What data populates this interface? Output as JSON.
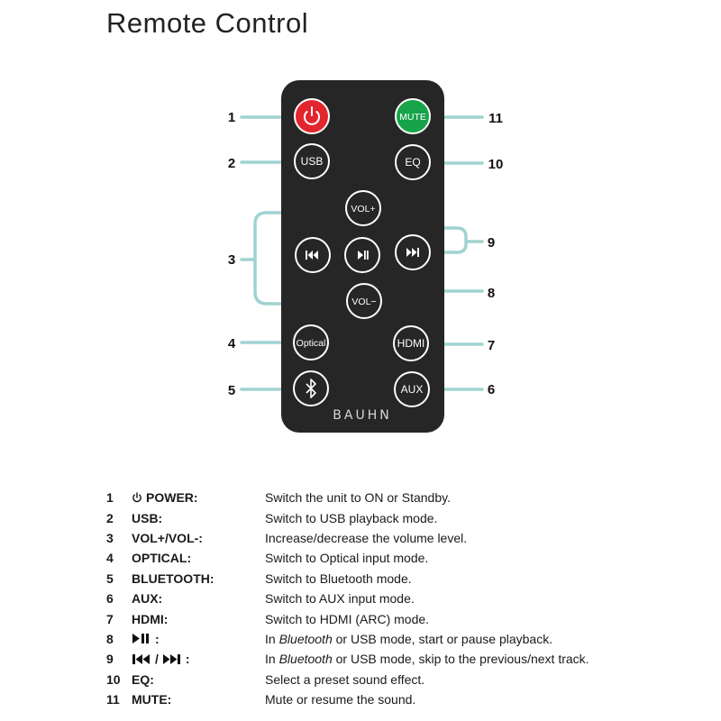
{
  "title": "Remote Control",
  "brand": "BAUHN",
  "buttons": {
    "power": "⏻",
    "mute": "MUTE",
    "usb": "USB",
    "eq": "EQ",
    "vol_up": "VOL+",
    "vol_down": "VOL−",
    "optical": "Optical",
    "hdmi": "HDMI",
    "aux": "AUX"
  },
  "callouts": {
    "c1": "1",
    "c2": "2",
    "c3": "3",
    "c4": "4",
    "c5": "5",
    "c6": "6",
    "c7": "7",
    "c8": "8",
    "c9": "9",
    "c10": "10",
    "c11": "11"
  },
  "colors": {
    "remote_body": "#262626",
    "power_button": "#e2262d",
    "mute_button": "#17a34a",
    "leader_line": "#9fd3d1"
  },
  "legend": [
    {
      "num": "1",
      "icon": "power-icon",
      "key": "POWER:",
      "desc": "Switch the unit to ON or Standby."
    },
    {
      "num": "2",
      "key": "USB:",
      "desc": "Switch to USB playback mode."
    },
    {
      "num": "3",
      "key": "VOL+/VOL-:",
      "desc": "Increase/decrease the volume level."
    },
    {
      "num": "4",
      "key": "OPTICAL:",
      "desc": "Switch to Optical input mode."
    },
    {
      "num": "5",
      "key": "BLUETOOTH:",
      "desc": "Switch to Bluetooth mode."
    },
    {
      "num": "6",
      "key": "AUX:",
      "desc": "Switch to AUX input mode."
    },
    {
      "num": "7",
      "key": "HDMI:",
      "desc": "Switch to HDMI (ARC) mode."
    },
    {
      "num": "8",
      "icon": "play-pause-icon",
      "key": ":",
      "desc_pre": "In ",
      "desc_em": "Bluetooth",
      "desc": " or USB mode, start or pause playback."
    },
    {
      "num": "9",
      "icon": "prev-next-icon",
      "key": ":",
      "sep": "/",
      "desc_pre": "In ",
      "desc_em": "Bluetooth",
      "desc": " or USB mode, skip to the previous/next track."
    },
    {
      "num": "10",
      "key": "EQ:",
      "desc": "Select a preset sound effect."
    },
    {
      "num": "11",
      "key": "MUTE:",
      "desc": "Mute or resume the sound."
    }
  ]
}
